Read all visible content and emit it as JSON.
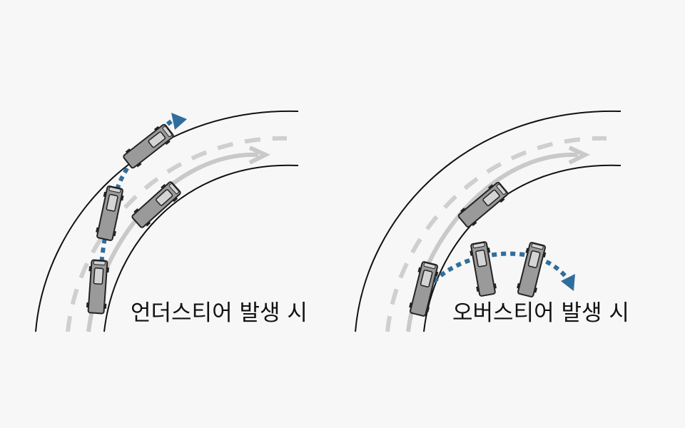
{
  "panels": {
    "understeer": {
      "caption": "언더스티어 발생 시",
      "scenario": "understeer"
    },
    "oversteer": {
      "caption": "오버스티어 발생 시",
      "scenario": "oversteer"
    }
  },
  "colors": {
    "background": "#f7f7f7",
    "road_edge": "#111111",
    "lane_dash": "#cfcfcf",
    "intended_path": "#c9c9c9",
    "actual_path": "#2f6e9c",
    "vehicle_body": "#9a9a9a",
    "vehicle_window": "#d4d4d4",
    "vehicle_outline": "#222222",
    "text": "#111111"
  }
}
